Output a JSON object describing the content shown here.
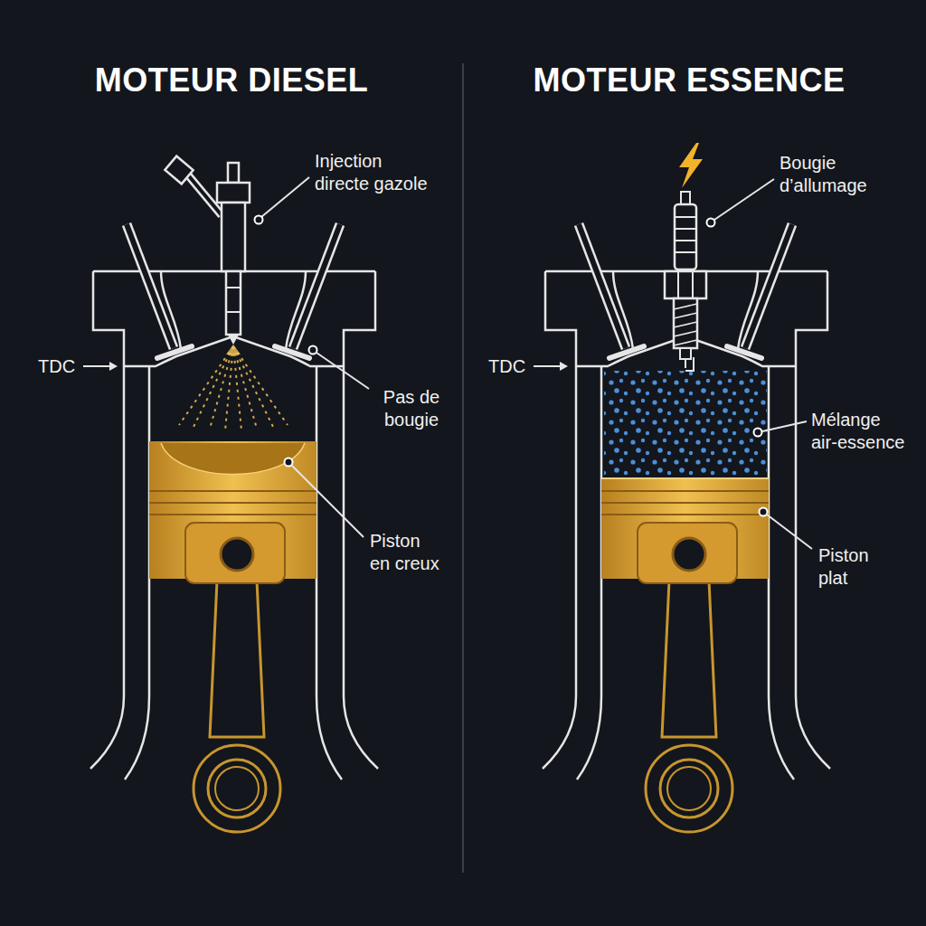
{
  "diagram": {
    "labels": [
      "MOTEUR DIESEL",
      "MOTEUR ESSENCE",
      "Injection directe gazole",
      "TDC",
      "Pas de bougie",
      "Piston en creux",
      "Bougie d’allumage",
      "TDC",
      "Mélange air-essence",
      "Piston plat"
    ]
  }
}
